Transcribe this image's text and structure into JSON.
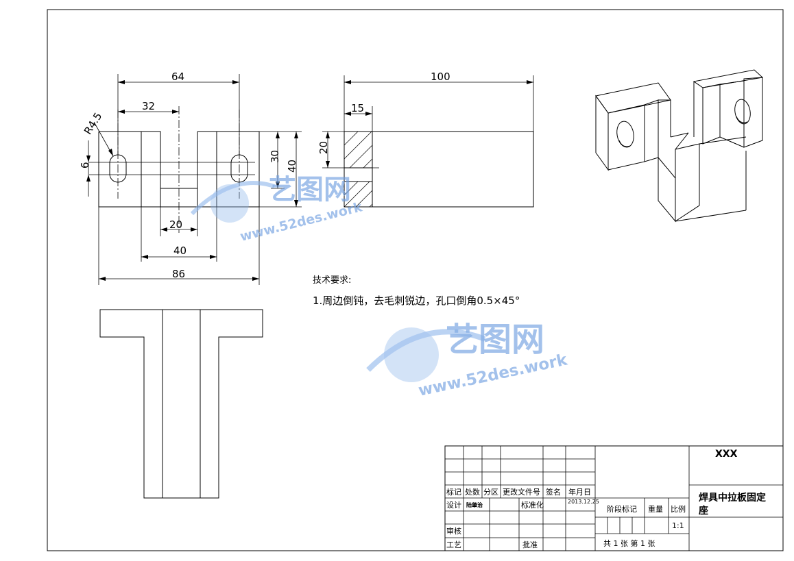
{
  "dimensions": {
    "top_64": "64",
    "top_32": "32",
    "radius": "R4.5",
    "slot_6": "6",
    "height_30": "30",
    "height_40": "40",
    "bottom_20": "20",
    "bottom_40": "40",
    "bottom_86": "86",
    "side_100": "100",
    "side_15": "15",
    "side_20": "20"
  },
  "technical_requirements": {
    "heading": "技术要求:",
    "item1": "1.周边倒钝，去毛刺锐边，孔口倒角0.5×45°"
  },
  "watermark": {
    "brand": "艺图网",
    "url": "www.52des.work"
  },
  "title_block": {
    "company": "XXX",
    "part_name_line1": "焊具中拉板固定",
    "part_name_line2": "座",
    "headers": {
      "mark": "标记",
      "count": "处数",
      "zone": "分区",
      "change_doc": "更改文件号",
      "signature": "签名",
      "date": "年月日"
    },
    "design_label": "设计",
    "designer": "陆肇治",
    "standardization_label": "标准化",
    "design_date": "2013.12.25",
    "stage_mark_label": "阶段标记",
    "weight_label": "重量",
    "scale_label": "比例",
    "scale_value": "1:1",
    "review_label": "审核",
    "process_label": "工艺",
    "approve_label": "批准",
    "sheets": "共 1 张 第 1 张"
  }
}
